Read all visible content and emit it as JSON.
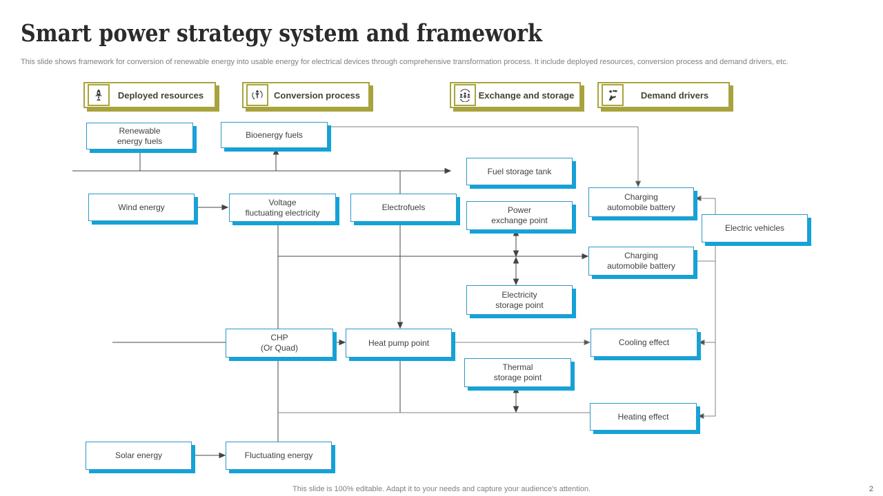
{
  "slide": {
    "title": "Smart power strategy system and framework",
    "subtitle": "This slide shows framework for conversion of renewable energy into usable energy for electrical devices through comprehensive transformation process. It include deployed resources, conversion process and demand drivers, etc.",
    "footer": "This slide is 100% editable. Adapt it to your needs and capture your audience's attention.",
    "page_number": "2"
  },
  "colors": {
    "node_border": "#2e96c9",
    "node_shadow": "#13a3d8",
    "legend_accent": "#a8a33c",
    "line_dark": "#444444",
    "line_gray": "#808080",
    "text": "#404040"
  },
  "legend": {
    "items": [
      {
        "label": "Deployed resources",
        "icon": "rocket-icon"
      },
      {
        "label": "Conversion process",
        "icon": "conversion-icon"
      },
      {
        "label": "Exchange and storage",
        "icon": "exchange-icon"
      },
      {
        "label": "Demand drivers",
        "icon": "demand-icon"
      }
    ]
  },
  "nodes": {
    "renewable": "Renewable\nenergy fuels",
    "bioenergy": "Bioenergy fuels",
    "fuel_storage": "Fuel storage tank",
    "wind": "Wind energy",
    "voltage": "Voltage\nfluctuating electricity",
    "electrofuels": "Electrofuels",
    "power_exchange": "Power\nexchange point",
    "charging_top": "Charging\nautomobile battery",
    "electric_vehicles": "Electric vehicles",
    "charging_bottom": "Charging\nautomobile battery",
    "electricity_storage": "Electricity\nstorage point",
    "chp": "CHP\n(Or Quad)",
    "heat_pump": "Heat pump point",
    "cooling": "Cooling effect",
    "thermal_storage": "Thermal\nstorage point",
    "heating": "Heating effect",
    "solar": "Solar energy",
    "fluctuating": "Fluctuating energy"
  }
}
